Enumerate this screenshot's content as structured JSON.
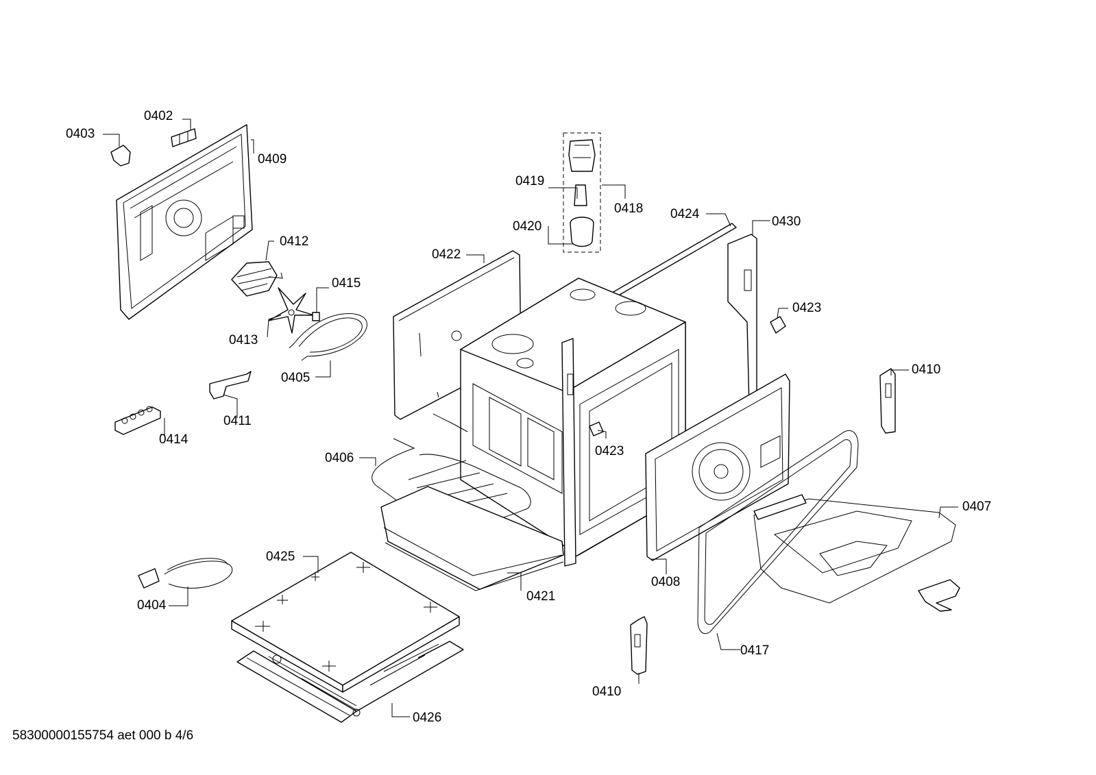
{
  "diagram": {
    "labels": {
      "p0402": "0402",
      "p0403": "0403",
      "p0409": "0409",
      "p0412": "0412",
      "p0415": "0415",
      "p0413": "0413",
      "p0405": "0405",
      "p0411": "0411",
      "p0414": "0414",
      "p0419": "0419",
      "p0418": "0418",
      "p0420": "0420",
      "p0424": "0424",
      "p0430": "0430",
      "p0422": "0422",
      "p0423a": "0423",
      "p0410a": "0410",
      "p0423b": "0423",
      "p0406": "0406",
      "p0407": "0407",
      "p0425": "0425",
      "p0421": "0421",
      "p0408": "0408",
      "p0404": "0404",
      "p0417": "0417",
      "p0410b": "0410",
      "p0426": "0426"
    }
  },
  "footer": {
    "document_code": "58300000155754 aet 000 b 4/6"
  }
}
